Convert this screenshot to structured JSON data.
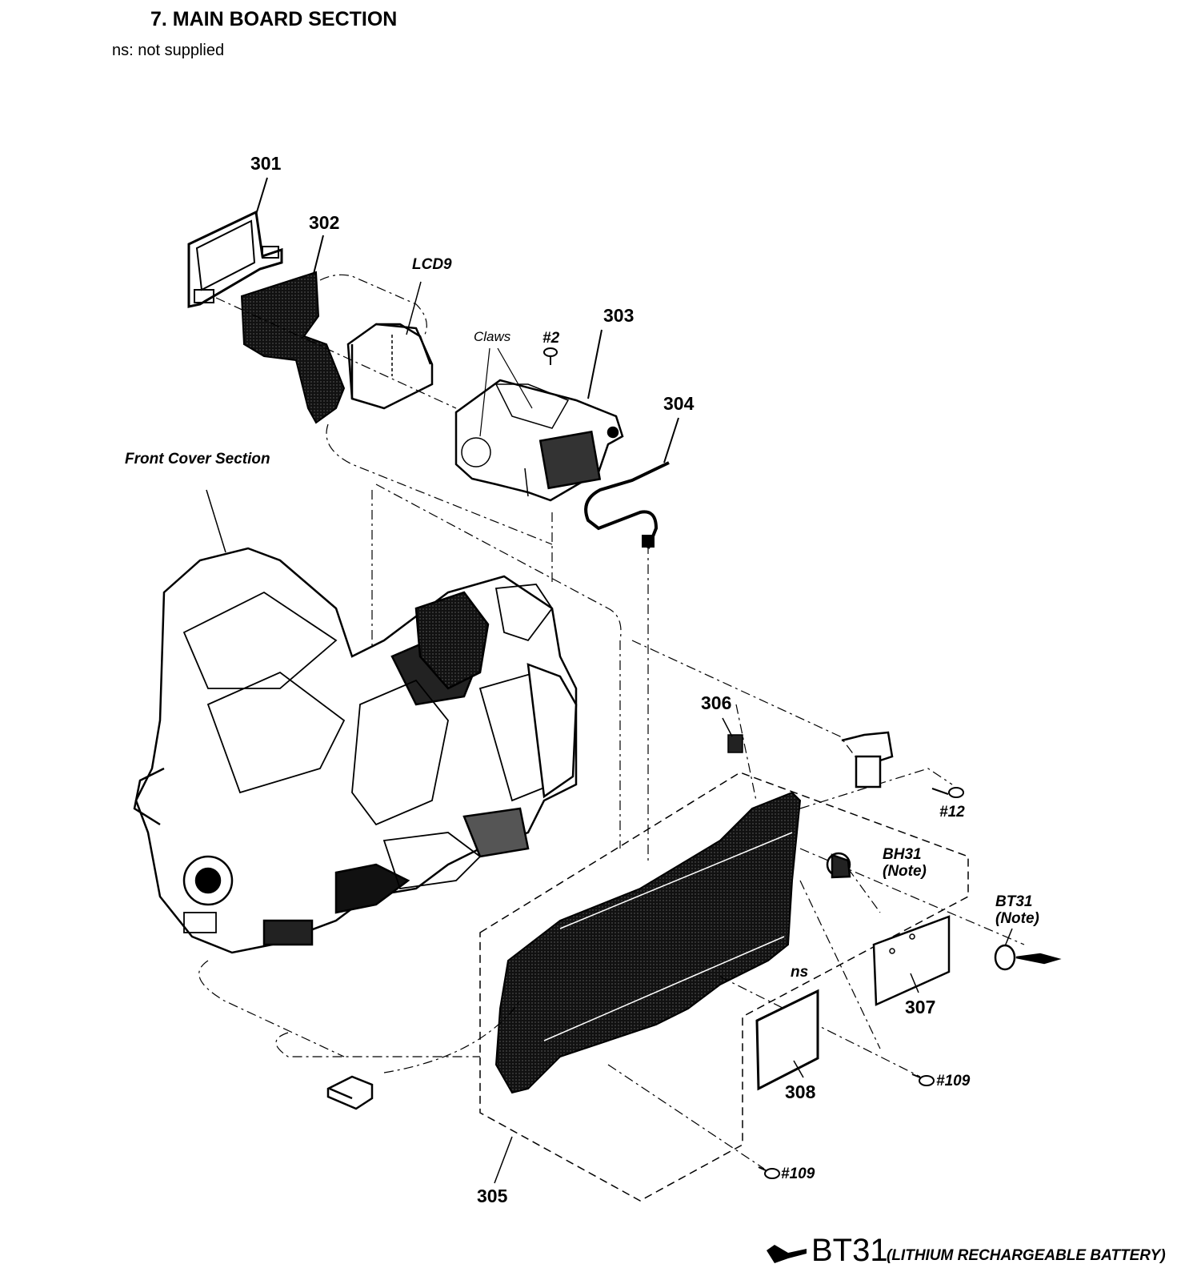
{
  "header": {
    "title": "7. MAIN BOARD SECTION",
    "subtitle": "ns: not supplied"
  },
  "labels": {
    "p301": "301",
    "p302": "302",
    "p303": "303",
    "p304": "304",
    "p305": "305",
    "p306": "306",
    "p307": "307",
    "p308": "308",
    "lcd9": "LCD9",
    "claws": "Claws",
    "screw2": "#2",
    "front_cover": "Front Cover Section",
    "screw12": "#12",
    "bh31": "BH31",
    "bh31_note": "(Note)",
    "bt31": "BT31",
    "bt31_note": "(Note)",
    "ns": "ns",
    "screw109a": "#109",
    "screw109b": "#109"
  },
  "footer": {
    "part": "BT31",
    "desc": "(LITHIUM RECHARGEABLE BATTERY)"
  },
  "colors": {
    "ink": "#000000",
    "board_fill": "#1a1a1a",
    "background": "#ffffff"
  }
}
